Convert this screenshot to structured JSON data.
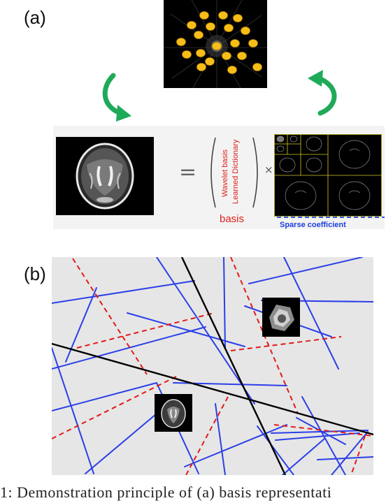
{
  "labels": {
    "panel_a": "(a)",
    "panel_b": "(b)"
  },
  "decomposition": {
    "equals": "=",
    "times": "×",
    "basis_lines": [
      "Wavelet basis",
      "Learned Dictionary"
    ],
    "basis_label": "basis",
    "sparse_label": "Sparse coefficient"
  },
  "caption": "1: Demonstration principle of (a) basis representati",
  "colors": {
    "arrow_green": "#1faa5a",
    "basis_red": "#e0201b",
    "sparse_blue": "#1b3fe0",
    "region_bg": "#e6e6e6",
    "line_blue": "#2b3fe8",
    "line_red": "#e21a1a",
    "line_black": "#000000",
    "kspace_dot": "#f7be1a"
  },
  "icons": {
    "arrow_left": "curved-arrow-icon",
    "arrow_right": "curved-arrow-icon"
  }
}
